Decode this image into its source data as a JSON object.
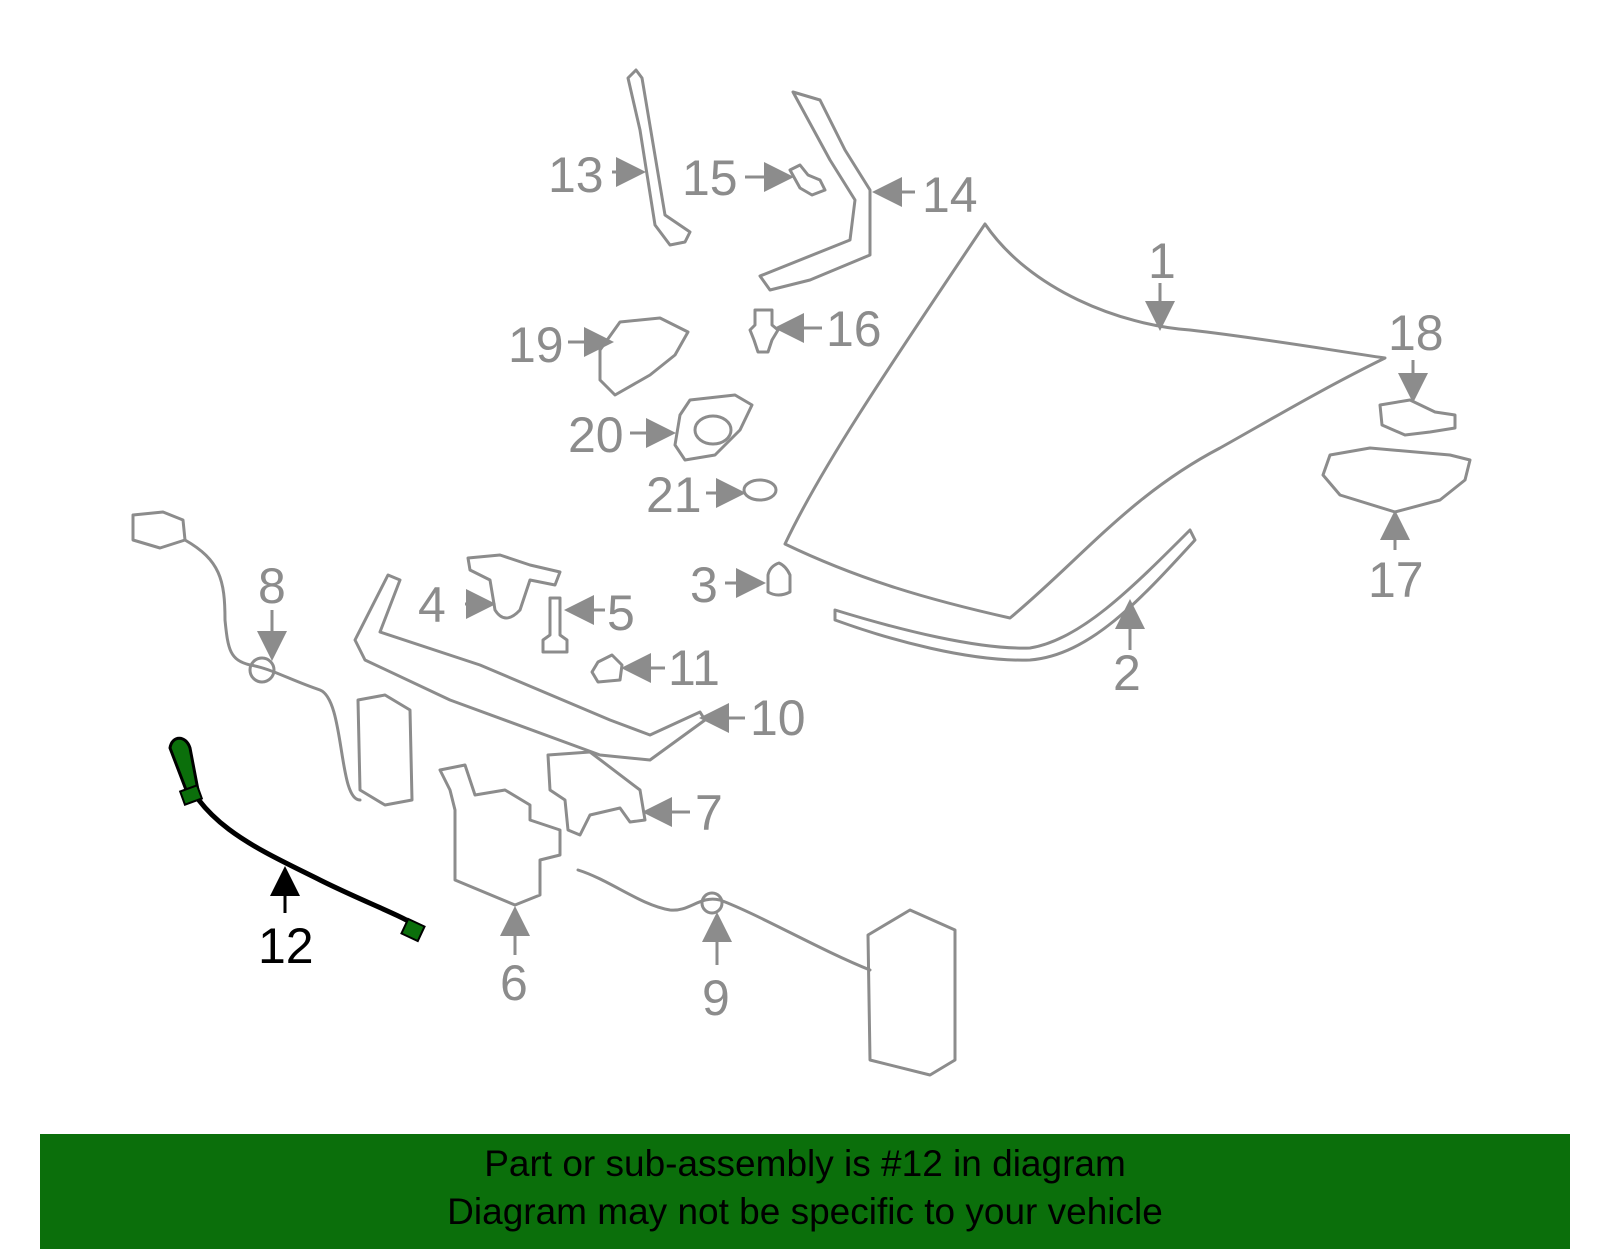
{
  "colors": {
    "muted_part": "#8c8c8c",
    "highlight_part": "#0b6f0b",
    "highlight_stroke": "#000000",
    "banner_bg": "#0b6f0b",
    "banner_text": "#000000"
  },
  "diagram": {
    "callouts": {
      "c1": "1",
      "c2": "2",
      "c3": "3",
      "c4": "4",
      "c5": "5",
      "c6": "6",
      "c7": "7",
      "c8": "8",
      "c9": "9",
      "c10": "10",
      "c11": "11",
      "c12": "12",
      "c13": "13",
      "c14": "14",
      "c15": "15",
      "c16": "16",
      "c17": "17",
      "c18": "18",
      "c19": "19",
      "c20": "20",
      "c21": "21"
    },
    "highlighted_part": "12"
  },
  "banner": {
    "line1": "Part or sub-assembly is #12 in diagram",
    "line2": "Diagram may not be specific to your vehicle"
  }
}
